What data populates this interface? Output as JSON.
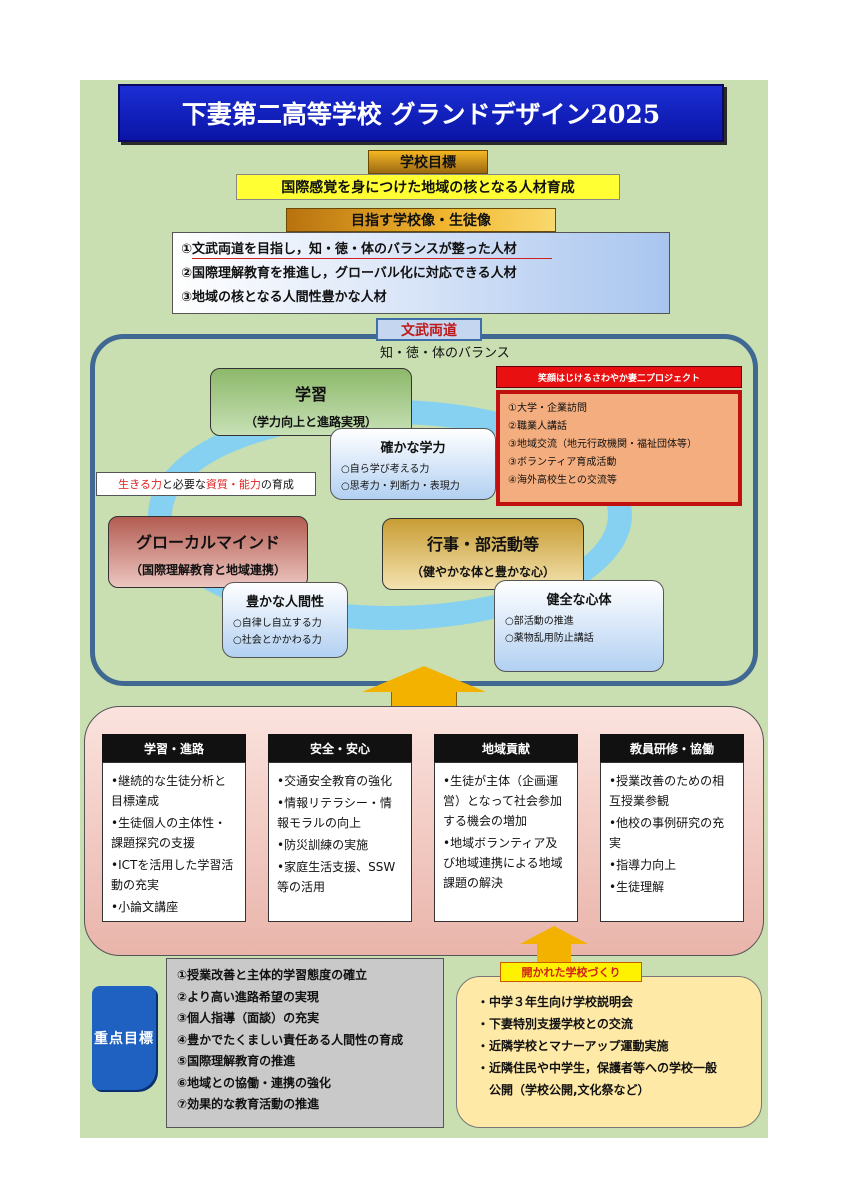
{
  "title": "下妻第二高等学校 グランドデザイン2025",
  "goal": {
    "label": "学校目標",
    "text": "国際感覚を身につけた地域の核となる人材育成"
  },
  "vision": {
    "label": "目指す学校像・生徒像",
    "items": [
      "①文武両道を目指し，知・徳・体のバランスが整った人材",
      "②国際理解教育を推進し，グローバル化に対応できる人材",
      "③地域の核となる人間性豊かな人材"
    ]
  },
  "bunbu": {
    "label": "文武両道",
    "balance": "知・徳・体のバランス"
  },
  "pillars": {
    "gakushu": {
      "title": "学習",
      "sub": "（学力向上と進路実現）"
    },
    "glocal": {
      "title": "グローカルマインド",
      "sub": "（国際理解教育と地域連携）"
    },
    "gyoji": {
      "title": "行事・部活動等",
      "sub": "（健やかな体と豊かな心）"
    }
  },
  "qualities": {
    "tashika": {
      "title": "確かな学力",
      "items": [
        "○自ら学び考える力",
        "○思考力・判断力・表現力"
      ]
    },
    "yutaka": {
      "title": "豊かな人間性",
      "items": [
        "○自律し自立する力",
        "○社会とかかわる力"
      ]
    },
    "kenzen": {
      "title": "健全な心体",
      "items": [
        "○部活動の推進",
        "○薬物乱用防止講話"
      ]
    }
  },
  "ikiru": {
    "part1": "生きる力",
    "part2": "と必要な",
    "part3": "資質・能力",
    "part4": "の育成"
  },
  "project": {
    "title": "笑顔はじけるさわやか妻二プロジェクト",
    "items": [
      "①大学・企業訪問",
      "②職業人講話",
      "③地域交流（地元行政機関・福祉団体等）",
      "③ボランティア育成活動",
      "④海外高校生との交流等"
    ]
  },
  "columns": [
    {
      "head": "学習・進路",
      "items": [
        "•継続的な生徒分析と目標達成",
        "•生徒個人の主体性・課題探究の支援",
        "•ICTを活用した学習活動の充実",
        "•小論文講座"
      ]
    },
    {
      "head": "安全・安心",
      "items": [
        "•交通安全教育の強化",
        "•情報リテラシー・情報モラルの向上",
        "•防災訓練の実施",
        "•家庭生活支援、SSW等の活用"
      ]
    },
    {
      "head": "地域貢献",
      "items": [
        "•生徒が主体（企画運営）となって社会参加する機会の増加",
        "•地域ボランティア及び地域連携による地域課題の解決"
      ]
    },
    {
      "head": "教員研修・協働",
      "items": [
        "•授業改善のための相互授業参観",
        "•他校の事例研究の充実",
        "•指導力向上",
        "•生徒理解"
      ]
    }
  ],
  "priority": {
    "label": "重点目標",
    "items": [
      "①授業改善と主体的学習態度の確立",
      "②より高い進路希望の実現",
      "③個人指導（面談）の充実",
      "④豊かでたくましい責任ある人間性の育成",
      "⑤国際理解教育の推進",
      "⑥地域との協働・連携の強化",
      "⑦効果的な教育活動の推進"
    ]
  },
  "open_school": {
    "label": "開かれた学校づくり",
    "items": [
      "・中学３年生向け学校説明会",
      "・下妻特別支援学校との交流",
      "・近隣学校とマナーアップ運動実施",
      "・近隣住民や中学生，保護者等への学校一般",
      "　公開（学校公開,文化祭など）"
    ]
  },
  "colors": {
    "title_bg": "#1c2fd4",
    "background": "#c9dfb1",
    "project_red": "#e81010"
  }
}
